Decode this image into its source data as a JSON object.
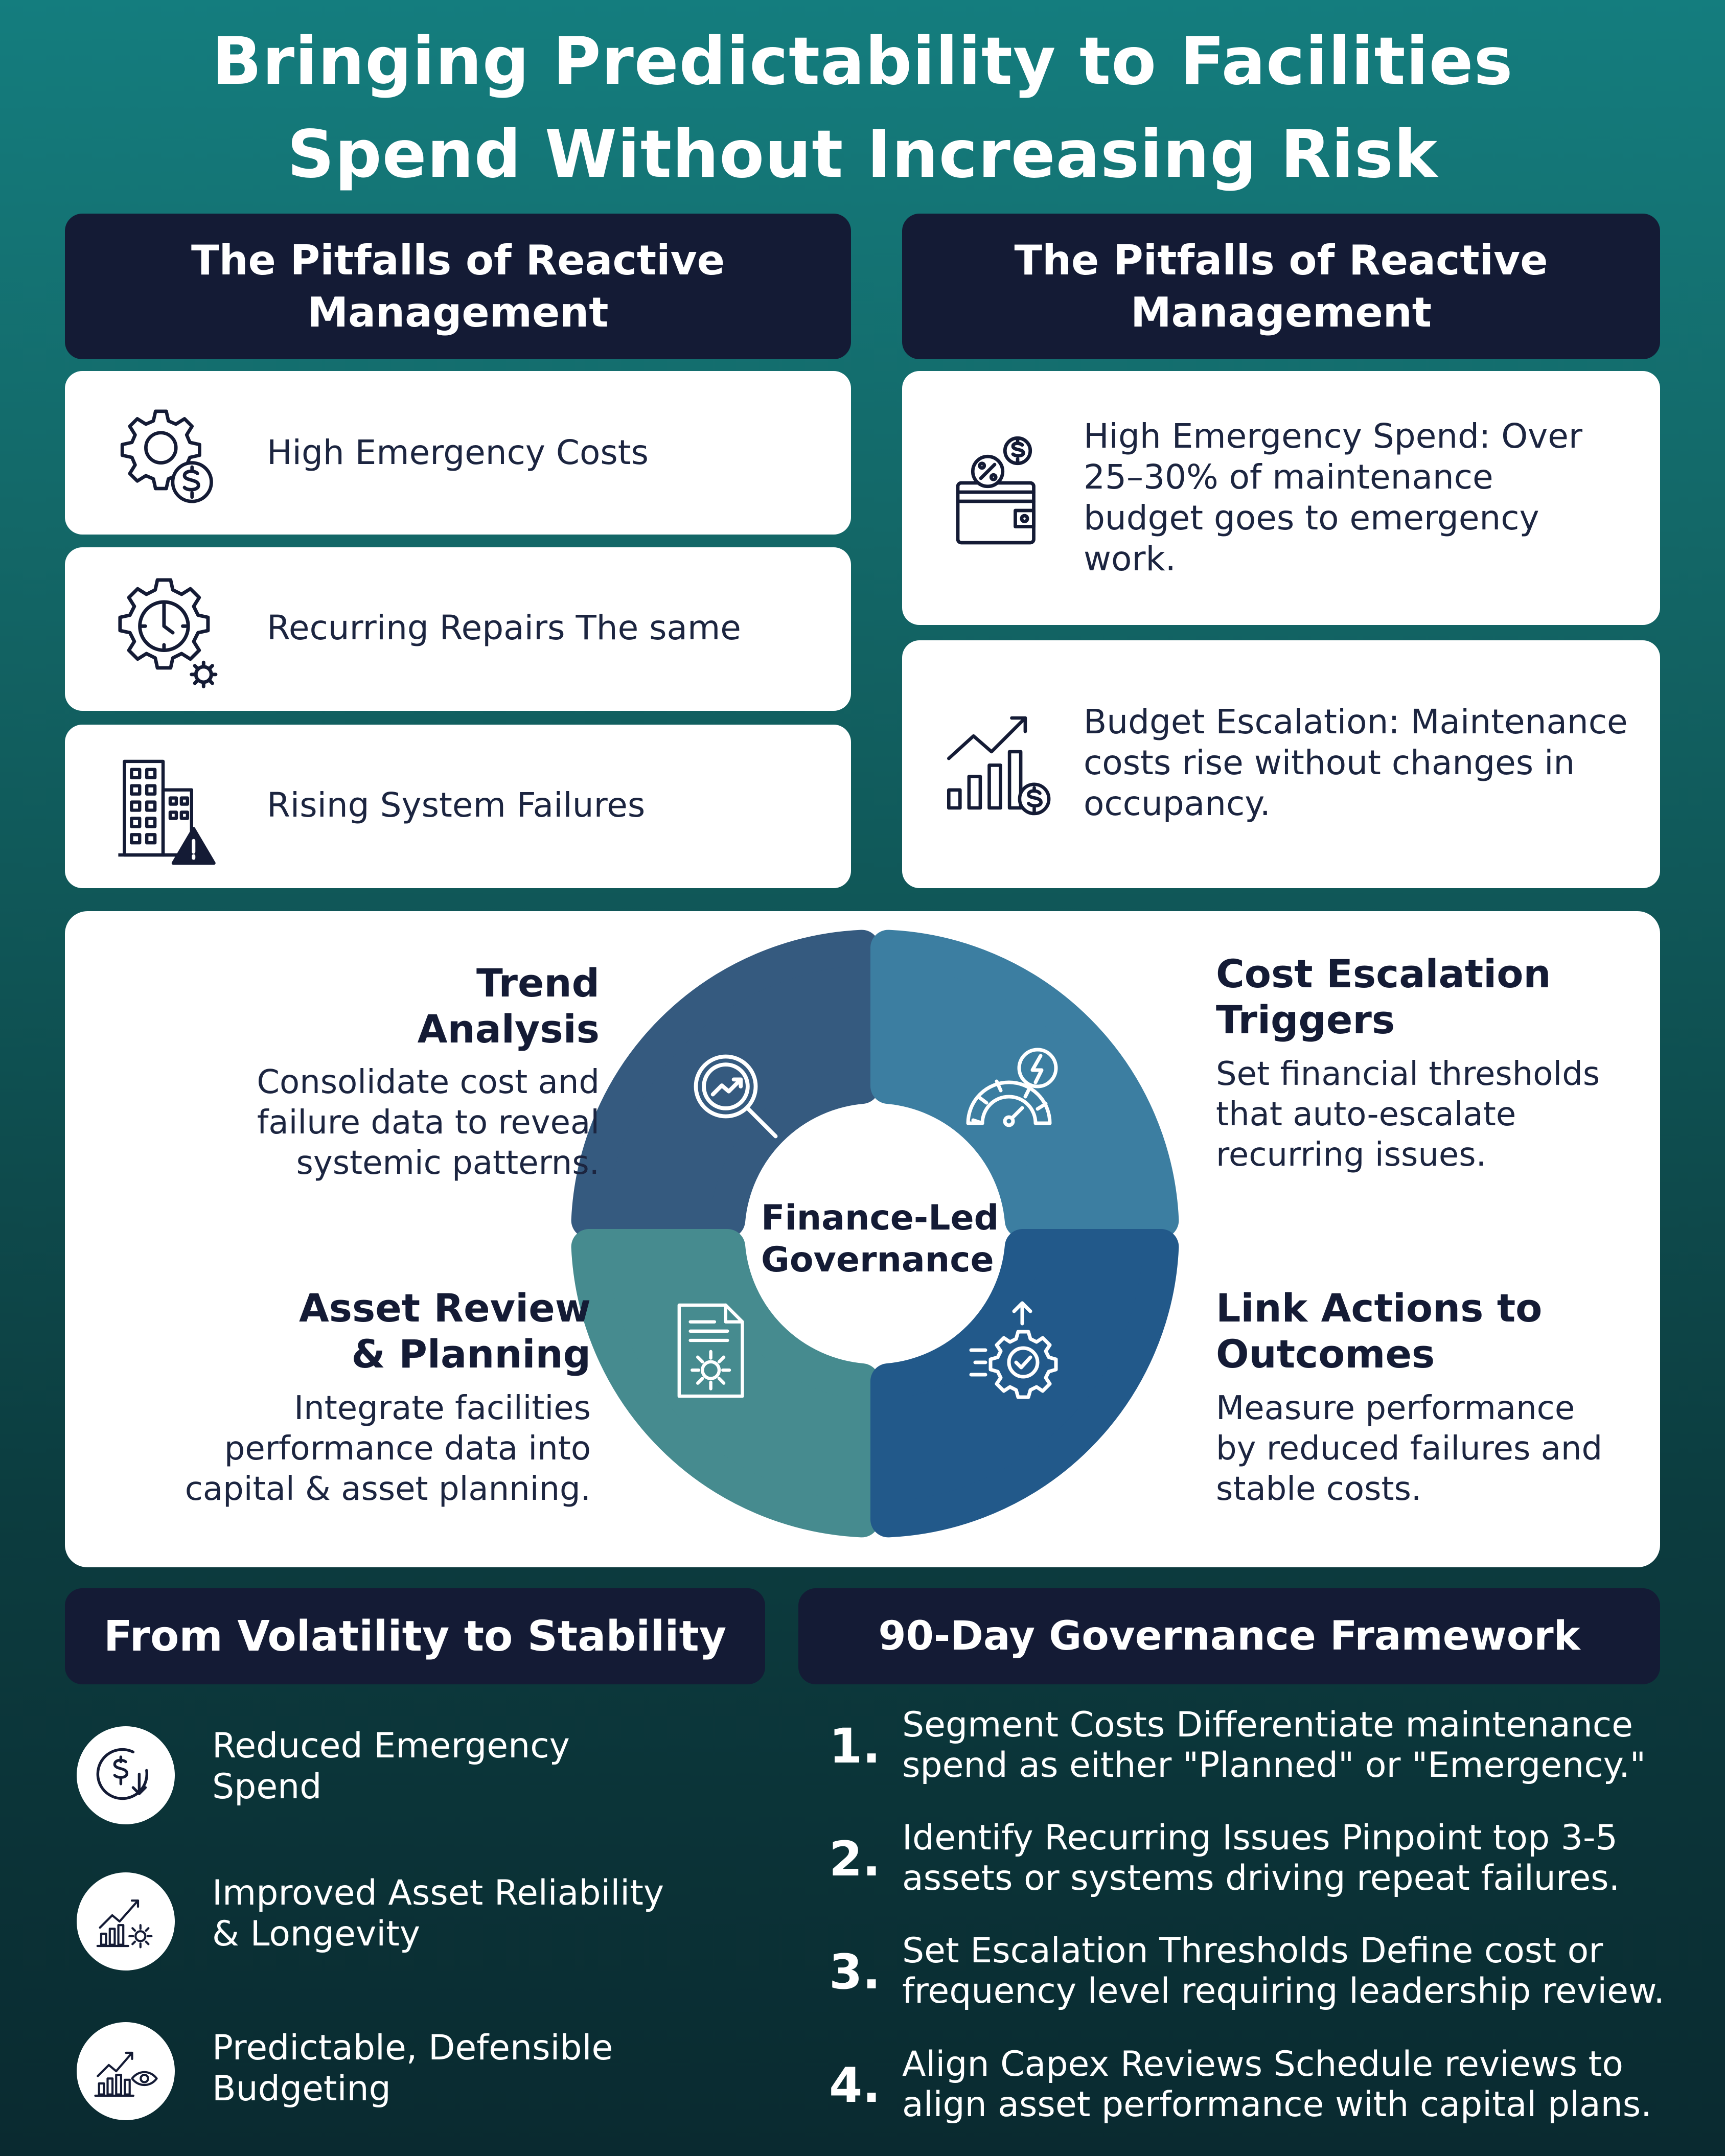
{
  "title": {
    "line1": "Bringing Predictability to Facilities",
    "line2": "Spend Without Increasing Risk"
  },
  "left_section": {
    "header_line1": "The Pitfalls of Reactive",
    "header_line2": "Management",
    "items": [
      {
        "label": "High Emergency Costs",
        "icon": "gear-dollar-icon"
      },
      {
        "label": "Recurring Repairs The same",
        "icon": "clock-gear-icon"
      },
      {
        "label": "Rising System Failures",
        "icon": "building-warning-icon"
      }
    ]
  },
  "right_section": {
    "header_line1": "The Pitfalls of Reactive",
    "header_line2": "Management",
    "items": [
      {
        "lines": [
          "High Emergency Spend: Over",
          "25–30% of maintenance",
          "budget goes to emergency",
          "work."
        ],
        "icon": "wallet-percent-icon"
      },
      {
        "lines": [
          "Budget Escalation: Maintenance",
          "costs rise without changes in",
          "occupancy."
        ],
        "icon": "growth-chart-dollar-icon"
      }
    ]
  },
  "governance": {
    "center_line1": "Finance-Led",
    "center_line2": "Governance",
    "quadrants": [
      {
        "title_lines": [
          "Trend",
          "Analysis"
        ],
        "desc_lines": [
          "Consolidate cost and",
          "failure data to reveal",
          "systemic patterns."
        ],
        "icon": "magnifier-trend-icon",
        "color": "#355a7f"
      },
      {
        "title_lines": [
          "Cost Escalation",
          "Triggers"
        ],
        "desc_lines": [
          "Set financial thresholds",
          "that auto-escalate",
          "recurring issues."
        ],
        "icon": "gauge-alert-icon",
        "color": "#3c7ea1"
      },
      {
        "title_lines": [
          "Asset Review",
          "& Planning"
        ],
        "desc_lines": [
          "Integrate facilities",
          "performance data into",
          "capital & asset planning."
        ],
        "icon": "document-gear-icon",
        "color": "#468b8f"
      },
      {
        "title_lines": [
          "Link Actions to",
          "Outcomes"
        ],
        "desc_lines": [
          "Measure performance",
          "by reduced failures and",
          "stable costs."
        ],
        "icon": "gear-check-icon",
        "color": "#22598a"
      }
    ]
  },
  "stability": {
    "header": "From Volatility to Stability",
    "items": [
      {
        "lines": [
          "Reduced Emergency",
          "Spend"
        ],
        "icon": "dollar-down-icon"
      },
      {
        "lines": [
          "Improved Asset Reliability",
          "& Longevity"
        ],
        "icon": "chart-gear-icon"
      },
      {
        "lines": [
          "Predictable, Defensible",
          "Budgeting"
        ],
        "icon": "chart-eye-icon"
      }
    ]
  },
  "framework": {
    "header": "90-Day Governance Framework",
    "steps": [
      {
        "num": "1.",
        "lines": [
          "Segment Costs Differentiate maintenance",
          "spend as either \"Planned\" or \"Emergency.\""
        ]
      },
      {
        "num": "2.",
        "lines": [
          "Identify Recurring Issues Pinpoint top 3-5",
          "assets or systems driving repeat failures."
        ]
      },
      {
        "num": "3.",
        "lines": [
          "Set Escalation Thresholds Define cost or",
          "frequency level requiring leadership review."
        ]
      },
      {
        "num": "4.",
        "lines": [
          "Align Capex Reviews Schedule reviews to",
          "align asset performance with capital plans."
        ]
      }
    ]
  },
  "colors": {
    "navy": "#141b35",
    "teal_top": "#147d7e",
    "teal_bottom": "#0a2a30"
  }
}
